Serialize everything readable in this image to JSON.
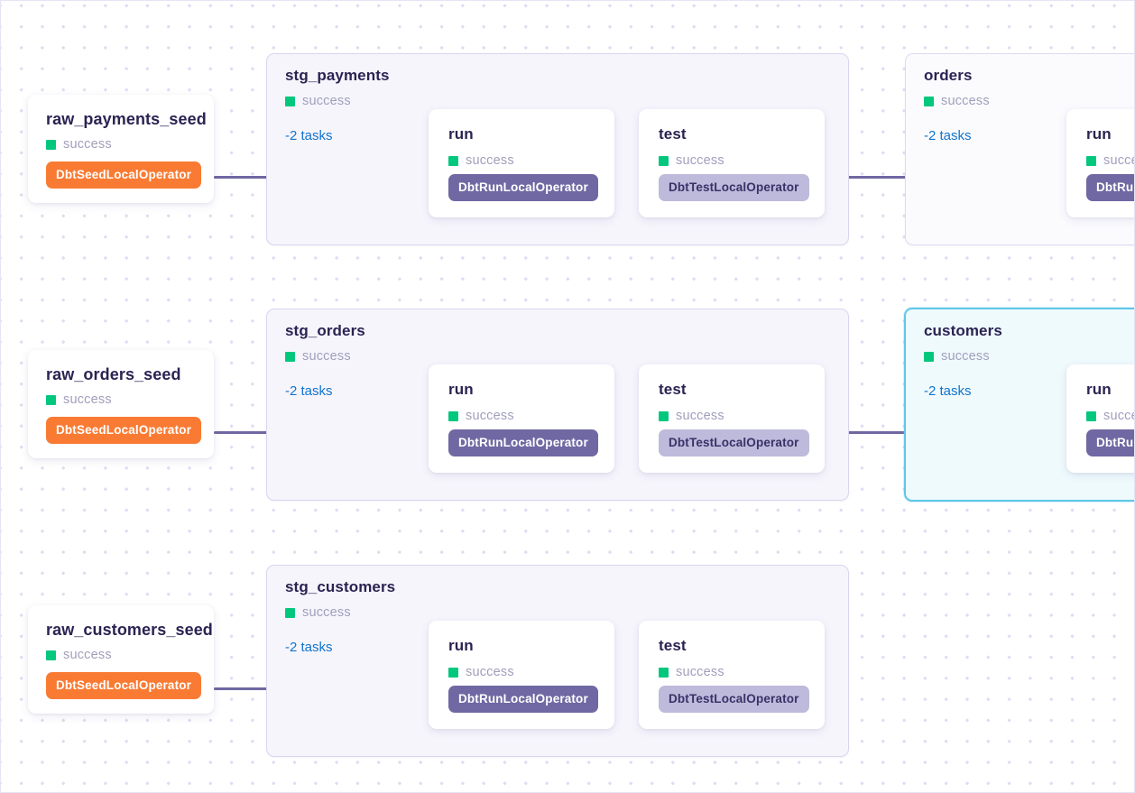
{
  "canvas": {
    "background_color": "#ffffff",
    "dot_color": "#dedcf2",
    "edge_color": "#6f68a3"
  },
  "status": {
    "success_label": "success",
    "success_color": "#04c77e"
  },
  "colors": {
    "seed_badge": "#f97b33",
    "run_badge": "#6f68a3",
    "test_badge": "#bdbadb",
    "group_bg": "#f6f5fc",
    "selected_border": "#5fc6e8",
    "selected_bg": "#effafd",
    "link_blue": "#1274cc",
    "title": "#2b2352"
  },
  "root_nodes": [
    {
      "id": "raw_payments_seed",
      "title": "raw_payments_seed",
      "status": "success",
      "operator": "DbtSeedLocalOperator"
    },
    {
      "id": "raw_orders_seed",
      "title": "raw_orders_seed",
      "status": "success",
      "operator": "DbtSeedLocalOperator"
    },
    {
      "id": "raw_customers_seed",
      "title": "raw_customers_seed",
      "status": "success",
      "operator": "DbtSeedLocalOperator"
    }
  ],
  "groups": [
    {
      "id": "stg_payments",
      "title": "stg_payments",
      "status": "success",
      "tasks_label": "-2 tasks",
      "selected": false,
      "style": "lavender",
      "children": [
        {
          "id": "stg_payments_run",
          "title": "run",
          "status": "success",
          "operator": "DbtRunLocalOperator"
        },
        {
          "id": "stg_payments_test",
          "title": "test",
          "status": "success",
          "operator": "DbtTestLocalOperator"
        }
      ]
    },
    {
      "id": "orders",
      "title": "orders",
      "status": "success",
      "tasks_label": "-2 tasks",
      "selected": false,
      "style": "plain",
      "children": [
        {
          "id": "orders_run",
          "title": "run",
          "status": "success",
          "operator": "DbtRunLocalOperator"
        }
      ]
    },
    {
      "id": "stg_orders",
      "title": "stg_orders",
      "status": "success",
      "tasks_label": "-2 tasks",
      "selected": false,
      "style": "lavender",
      "children": [
        {
          "id": "stg_orders_run",
          "title": "run",
          "status": "success",
          "operator": "DbtRunLocalOperator"
        },
        {
          "id": "stg_orders_test",
          "title": "test",
          "status": "success",
          "operator": "DbtTestLocalOperator"
        }
      ]
    },
    {
      "id": "customers",
      "title": "customers",
      "status": "success",
      "tasks_label": "-2 tasks",
      "selected": true,
      "style": "selected",
      "children": [
        {
          "id": "customers_run",
          "title": "run",
          "status": "success",
          "operator": "DbtRunLocalOperator"
        }
      ]
    },
    {
      "id": "stg_customers",
      "title": "stg_customers",
      "status": "success",
      "tasks_label": "-2 tasks",
      "selected": false,
      "style": "lavender",
      "children": [
        {
          "id": "stg_customers_run",
          "title": "run",
          "status": "success",
          "operator": "DbtRunLocalOperator"
        },
        {
          "id": "stg_customers_test",
          "title": "test",
          "status": "success",
          "operator": "DbtTestLocalOperator"
        }
      ]
    }
  ]
}
